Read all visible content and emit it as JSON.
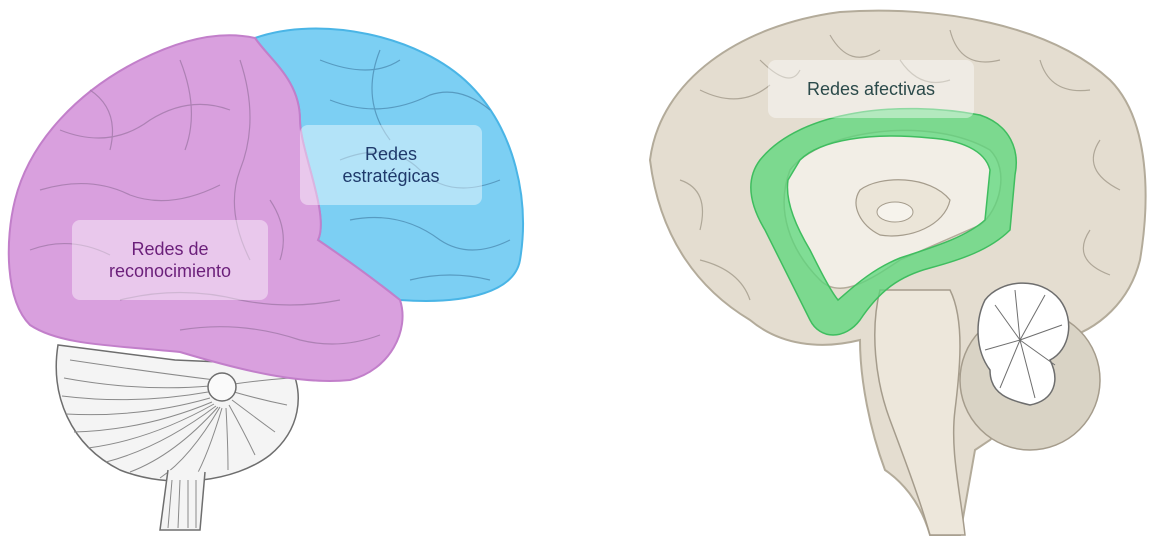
{
  "labels": {
    "recognition": {
      "line1": "Redes de",
      "line2": "reconocimiento",
      "color": "#6b1f7a"
    },
    "strategic": {
      "line1": "Redes",
      "line2": "estratégicas",
      "color": "#1f3a6b"
    },
    "affective": {
      "text": "Redes afectivas",
      "color": "#2b4a4a"
    }
  },
  "colors": {
    "recognition_region": "#d9a0de",
    "strategic_region": "#7ccff3",
    "affective_region": "#5ad77a",
    "brain_tissue": "#e4ddd0",
    "brain_outline": "#b3ab9a",
    "cerebellum_stroke": "#7a7a7a"
  },
  "icons": [
    "lateral-brain-illustration",
    "sagittal-brain-illustration"
  ]
}
